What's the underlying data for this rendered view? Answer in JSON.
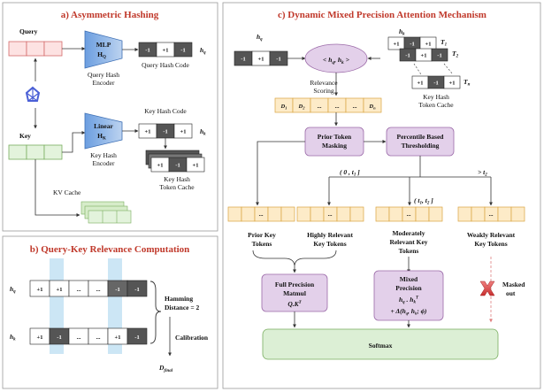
{
  "panel_a": {
    "title": "a) Asymmetric Hashing",
    "query": "Query",
    "key": "Key",
    "mlp": "MLP",
    "hq_enc": "H",
    "hq_sub": "Q",
    "query_hash_encoder": [
      "Query Hash",
      "Encoder"
    ],
    "query_hash_code": "Query Hash Code",
    "linear": "Linear",
    "hk_enc": "H",
    "hk_sub": "K",
    "key_hash_encoder": [
      "Key Hash",
      "Encoder"
    ],
    "key_hash_code": "Key Hash Code",
    "key_hash_token_cache": [
      "Key Hash",
      "Token Cache"
    ],
    "kv_cache": "KV Cache",
    "hq": "h",
    "hq_s": "q",
    "hk": "h",
    "hk_s": "k",
    "q_code": [
      "-1",
      "+1",
      "-1"
    ],
    "k_code": [
      "+1",
      "-1",
      "+1"
    ]
  },
  "panel_b": {
    "title": "b) Query-Key Relevance Computation",
    "row_q": [
      "+1",
      "+1",
      "...",
      "...",
      "-1",
      "-1"
    ],
    "row_k": [
      "+1",
      "-1",
      "...",
      "...",
      "+1",
      "-1"
    ],
    "hamming": [
      "Hamming",
      "Distance = 2"
    ],
    "calibration": "Calibration",
    "d_final": "D",
    "d_final_sub": "final"
  },
  "panel_c": {
    "title": "c) Dynamic Mixed Precision Attention Mechanism",
    "hq_code": [
      "-1",
      "+1",
      "-1"
    ],
    "score_label": "< h",
    "relevance_scoring": [
      "Relevance",
      "Scoring"
    ],
    "d_cells": [
      "D",
      "D",
      "...",
      "...",
      "...",
      "D"
    ],
    "d_subs": [
      "1",
      "2",
      "",
      "",
      "",
      "n"
    ],
    "key_hash_token_cache": [
      "Key Hash",
      "Token Cache"
    ],
    "t1": "T",
    "t2": "T",
    "tn": "T",
    "cache_rows": [
      [
        "+1",
        "-1",
        "+1"
      ],
      [
        "-1",
        "+1",
        "-1"
      ],
      [
        "+1",
        "-1",
        "+1"
      ]
    ],
    "prior_masking": [
      "Prior Token",
      "Masking"
    ],
    "percentile": [
      "Percentile Based",
      "Thresholding"
    ],
    "range1": "( 0 , t",
    "range2": "( t",
    "range3": "> t",
    "groups": [
      {
        "label": [
          "Prior Key",
          "Tokens"
        ]
      },
      {
        "label": [
          "Highly Relevant",
          "Key Tokens"
        ]
      },
      {
        "label": [
          "Moderately",
          "Relevant Key",
          "Tokens"
        ]
      },
      {
        "label": [
          "Weakly Relevant",
          "Key Tokens"
        ]
      }
    ],
    "full_precision": [
      "Full Precision",
      "Matmul"
    ],
    "mixed_precision": [
      "Mixed",
      "Precision"
    ],
    "masked_out": [
      "Masked",
      "out"
    ],
    "softmax": "Softmax",
    "dots": "..."
  },
  "colors": {
    "query_fill": "#fde2e2",
    "query_stroke": "#d46a6a",
    "key_fill": "#e3f3dc",
    "key_stroke": "#78ad5e",
    "encoder": "#5b8fd6",
    "dark_cell": "#555555",
    "node_fill": "#e3d0ea",
    "node_stroke": "#9b6aa8",
    "token_fill": "#fdebc8",
    "token_stroke": "#d9a441",
    "softmax_fill": "#dcefd5",
    "title_red": "#c0392b"
  }
}
